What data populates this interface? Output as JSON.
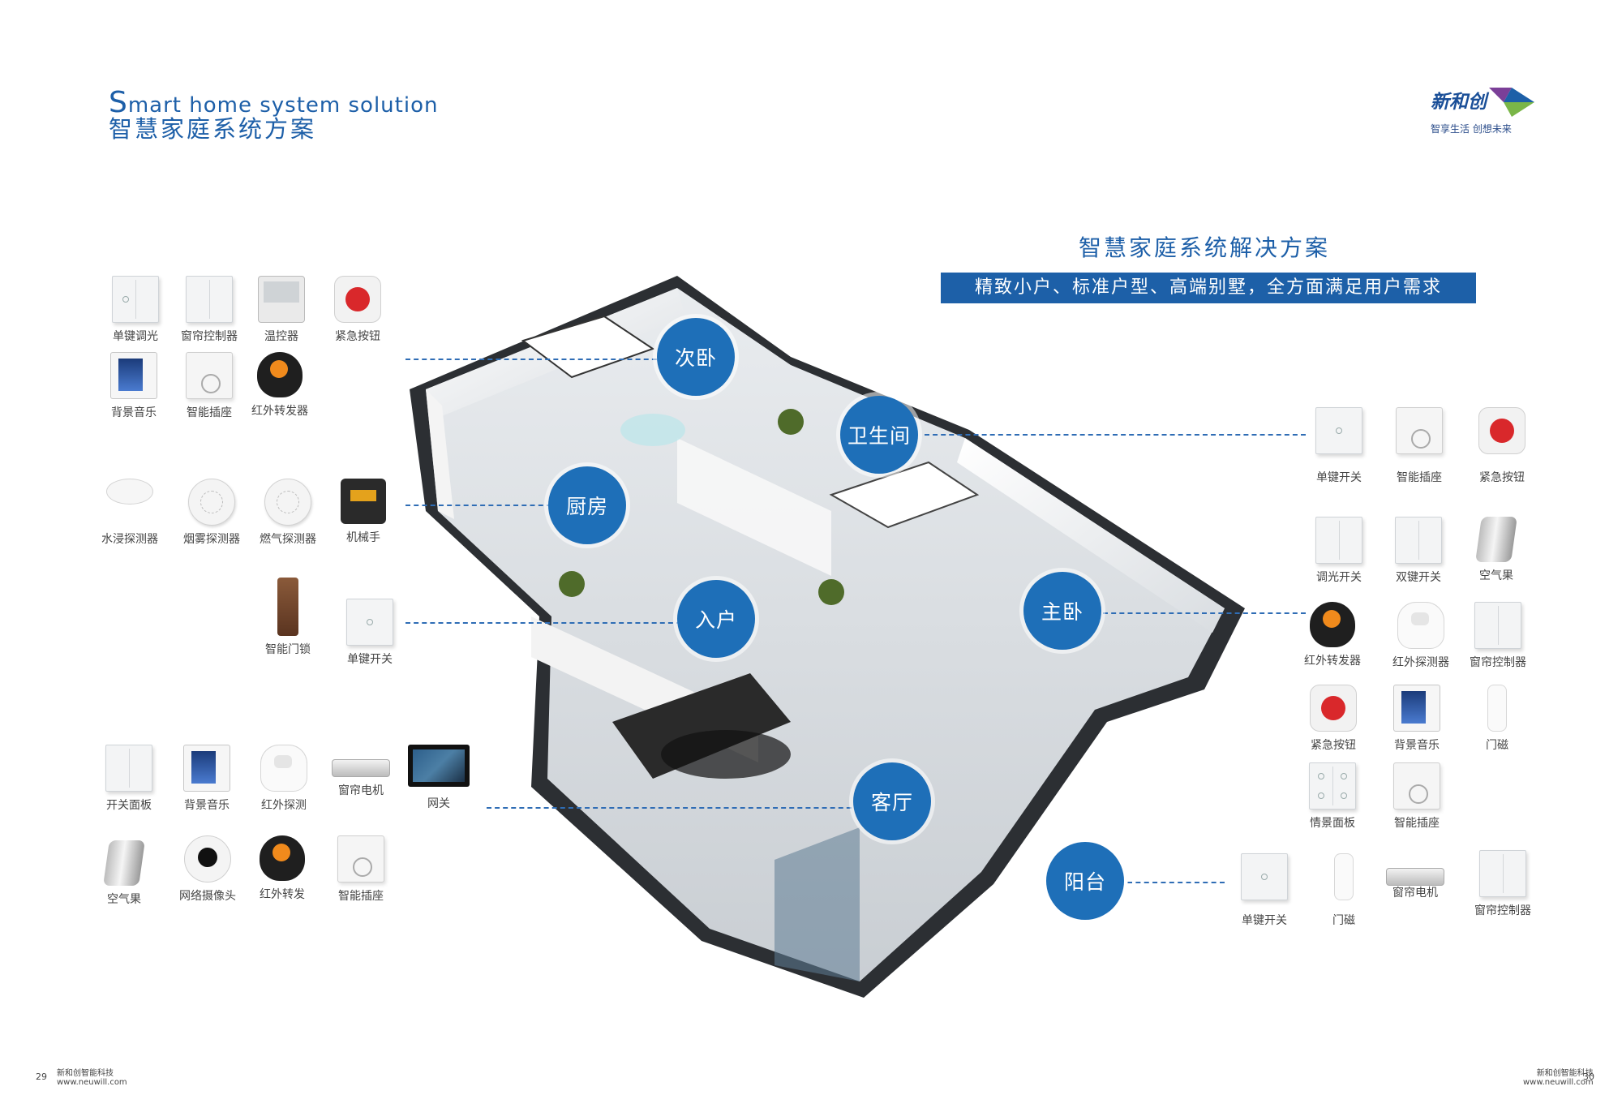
{
  "header": {
    "title_en_initial": "S",
    "title_en_rest": "mart home system solution",
    "title_cn": "智慧家庭系统方案"
  },
  "brand": {
    "name": "新和创",
    "slogan": "智享生活 创想未来",
    "colors": {
      "primary": "#1d60a8",
      "accent": "#7ab648",
      "purple": "#7b3f98"
    }
  },
  "headline": {
    "title": "智慧家庭系统解决方案",
    "banner": "精致小户、标准户型、高端别墅，全方面满足用户需求"
  },
  "rooms": {
    "secondary_bedroom": "次卧",
    "bathroom": "卫生间",
    "kitchen": "厨房",
    "entrance": "入户",
    "master_bedroom": "主卧",
    "living_room": "客厅",
    "balcony": "阳台"
  },
  "groups": {
    "secondary_bedroom": [
      "单键调光",
      "窗帘控制器",
      "温控器",
      "紧急按钮",
      "背景音乐",
      "智能插座",
      "红外转发器"
    ],
    "kitchen": [
      "水浸探测器",
      "烟雾探测器",
      "燃气探测器",
      "机械手"
    ],
    "entrance": [
      "智能门锁",
      "单键开关"
    ],
    "living_room": [
      "开关面板",
      "背景音乐",
      "红外探测",
      "窗帘电机",
      "网关",
      "空气果",
      "网络摄像头",
      "红外转发",
      "智能插座"
    ],
    "bathroom": [
      "单键开关",
      "智能插座",
      "紧急按钮"
    ],
    "master_bedroom": [
      "调光开关",
      "双键开关",
      "空气果",
      "红外转发器",
      "红外探测器",
      "窗帘控制器",
      "紧急按钮",
      "背景音乐",
      "门磁",
      "情景面板",
      "智能插座"
    ],
    "balcony": [
      "单键开关",
      "门磁",
      "窗帘电机",
      "窗帘控制器"
    ]
  },
  "footer": {
    "left_page": "29",
    "right_page": "30",
    "company": "新和创智能科技",
    "url": "www.neuwill.com"
  }
}
